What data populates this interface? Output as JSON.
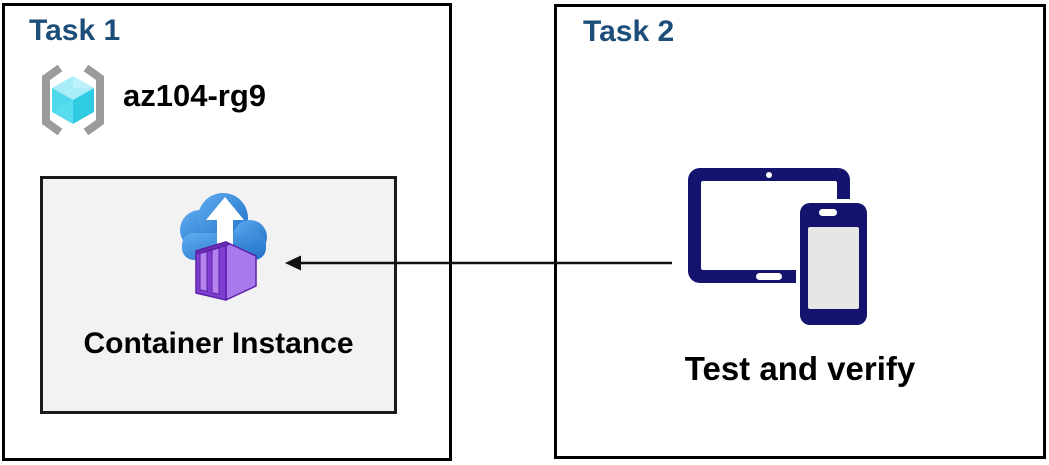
{
  "task1": {
    "title": "Task 1",
    "resource_group_name": "az104-rg9",
    "container_label": "Container Instance"
  },
  "task2": {
    "title": "Task 2",
    "caption": "Test and verify"
  },
  "connector": {
    "from": "test-devices",
    "to": "container-instance",
    "direction": "left"
  },
  "icons": {
    "resource_group": "resource-group-icon",
    "container_instance": "container-instance-cloud-upload-icon",
    "devices": "tablet-and-phone-icon",
    "arrow": "left-arrow-connector"
  },
  "colors": {
    "title_blue": "#1C4E79",
    "box_border": "#000000",
    "inner_box_fill": "#F2F2F2",
    "device_navy": "#14146E",
    "cloud_blue_light": "#5FACEE",
    "cloud_blue_dark": "#1E6FC8",
    "container_front": "#7E3FD0",
    "container_side": "#A978EC",
    "container_rib": "#B583EE",
    "cube_top": "#A9EDF8",
    "cube_left": "#58DDEF",
    "cube_right": "#2FCBE3",
    "bracket_gray": "#9B9B9B"
  }
}
